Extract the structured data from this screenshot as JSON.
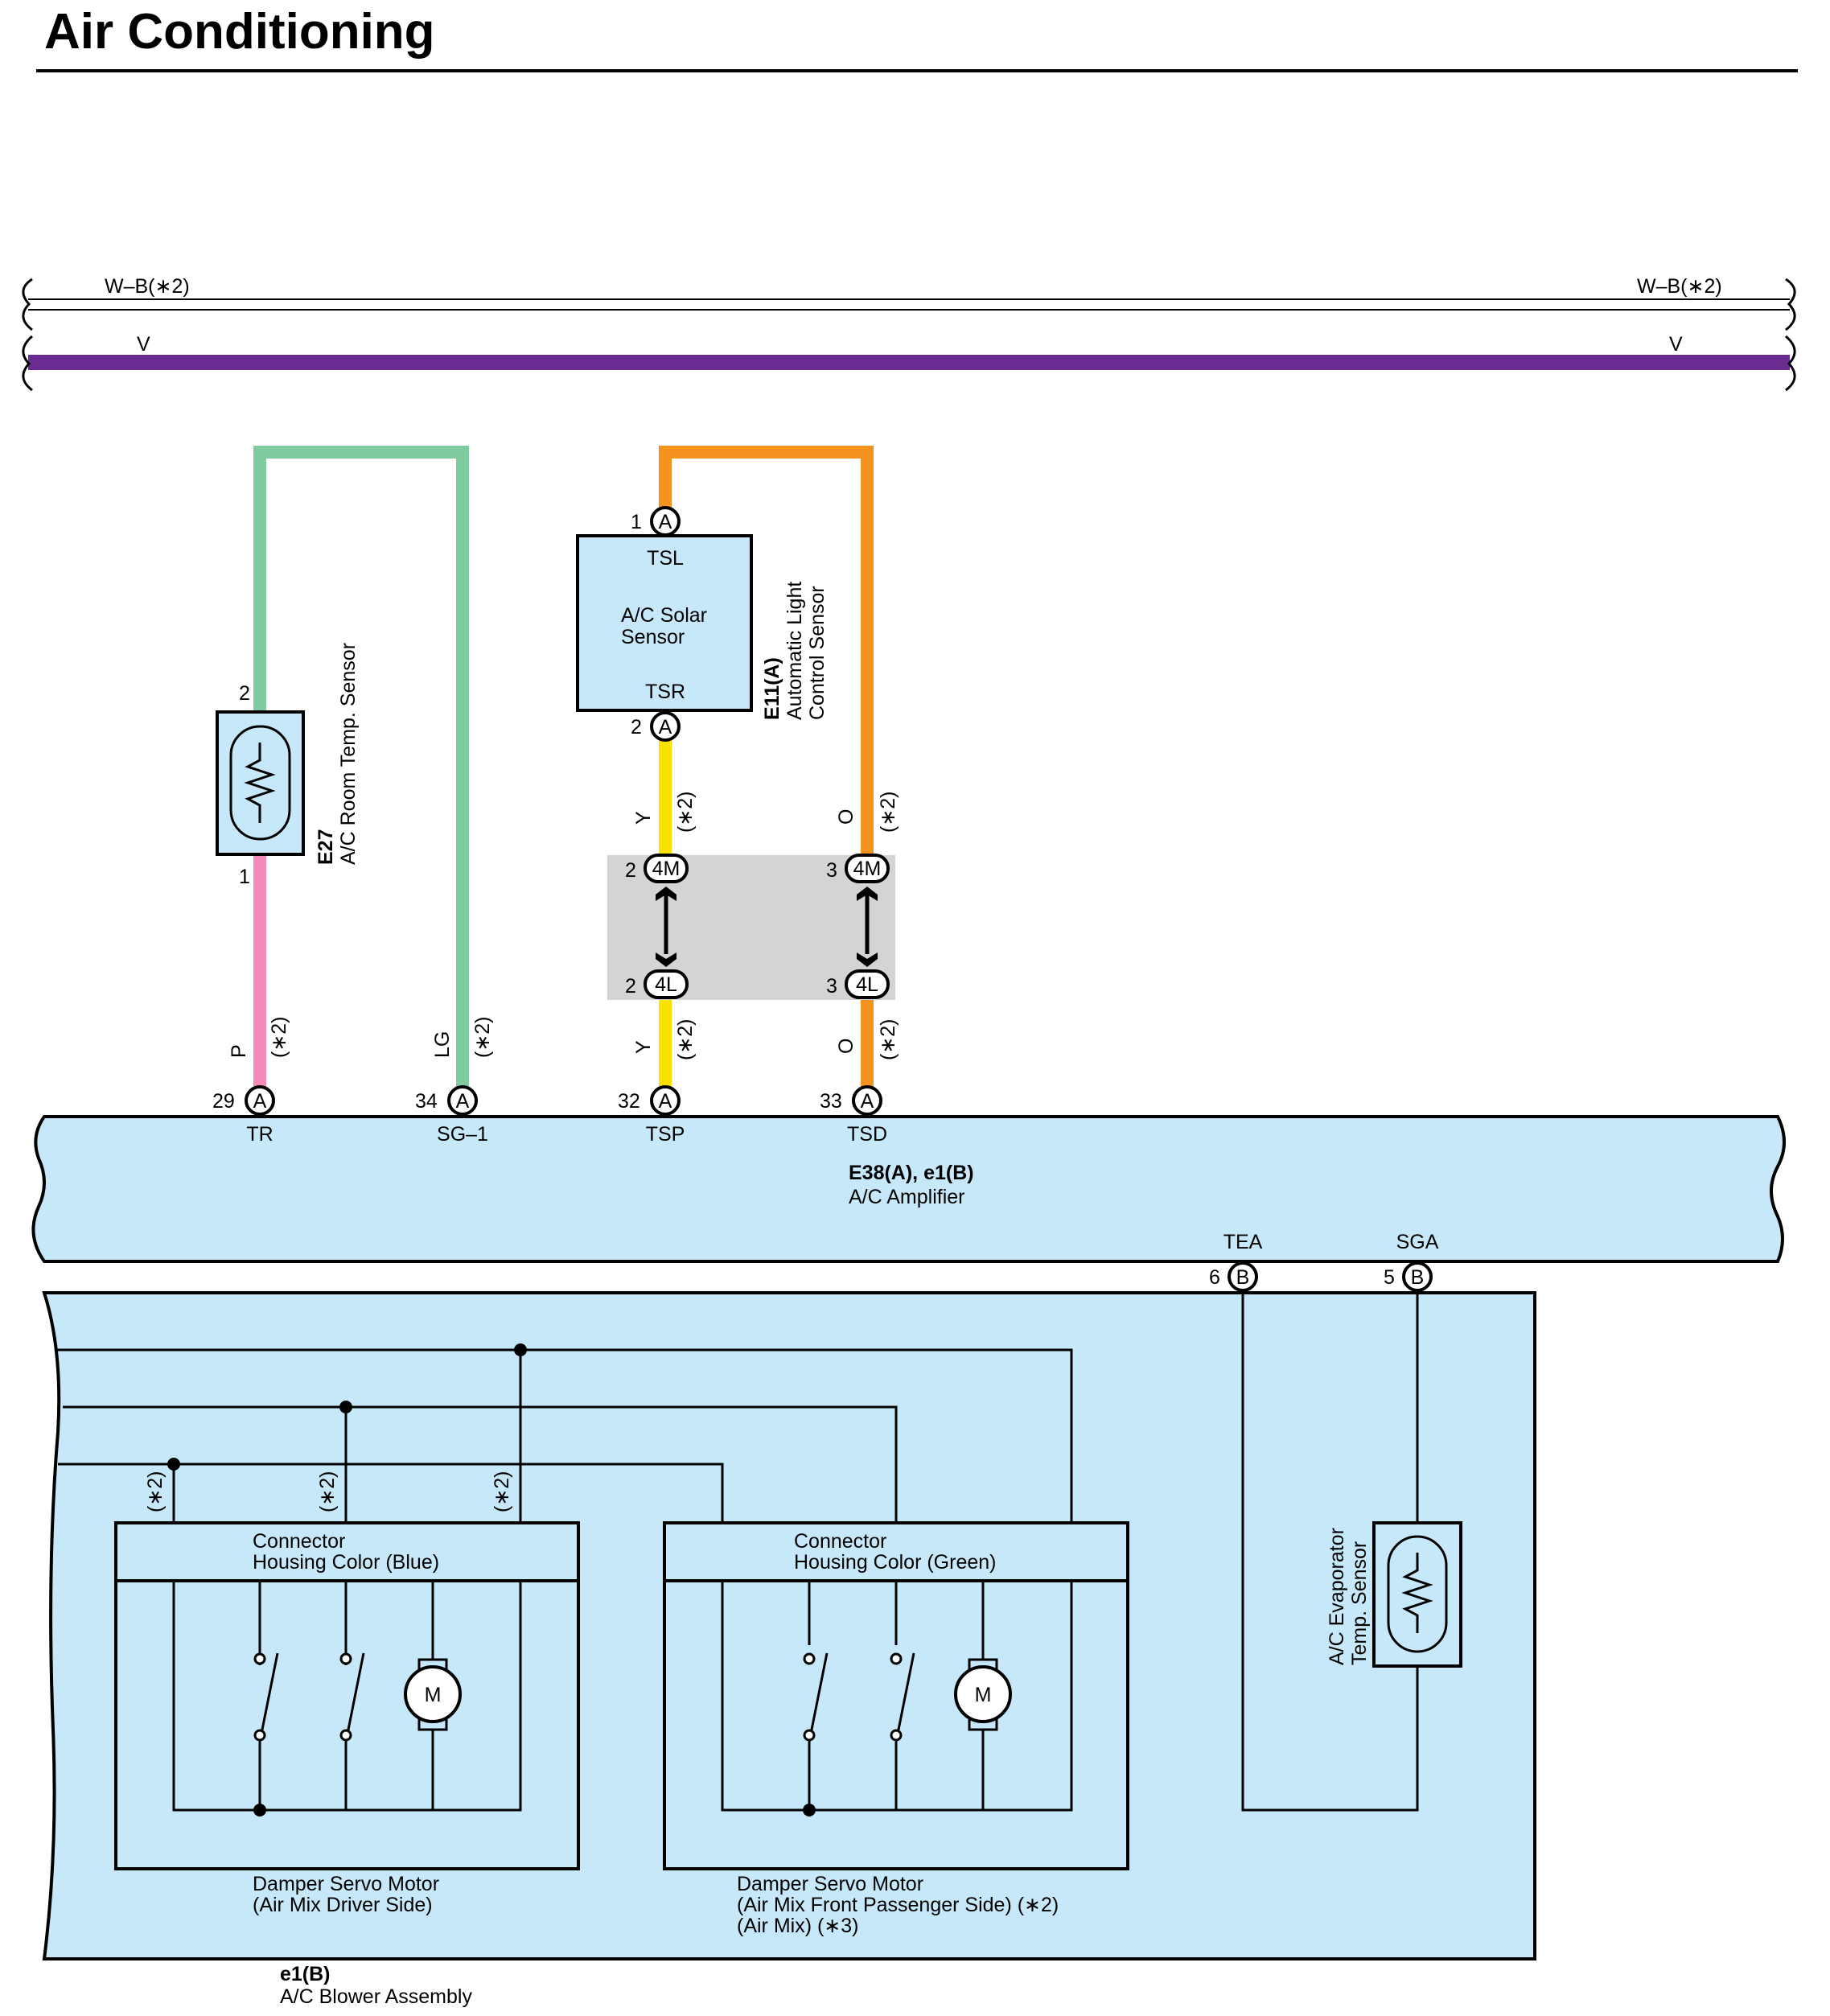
{
  "page": {
    "title": "Air Conditioning"
  },
  "bus": {
    "top_wire_label_left": "W–B(∗2)",
    "top_wire_label_right": "W–B(∗2)",
    "power_wire_label_left": "V",
    "power_wire_label_right": "V",
    "power_wire_color": "#6b2c91"
  },
  "colors": {
    "module_fill": "#c7e8f9",
    "gray_block": "#d4d4d6",
    "wire_green": "#7fcb9f",
    "wire_pink": "#f48ab8",
    "wire_yellow": "#fbe100",
    "wire_orange": "#f6921e"
  },
  "room_sensor": {
    "code": "E27",
    "name": "A/C Room Temp.  Sensor",
    "pin_top": "2",
    "pin_bottom": "1",
    "wire_p": "P",
    "wire_lg": "LG",
    "note": "(∗2)"
  },
  "solar_sensor": {
    "code": "E11(A)",
    "name_line1": "Automatic Light",
    "name_line2": "Control Sensor",
    "inner_line1": "A/C Solar",
    "inner_line2": "Sensor",
    "term_top": "TSL",
    "term_bottom": "TSR",
    "pin_top": "1",
    "pin_bottom": "2",
    "connector": "A",
    "wire_y": "Y",
    "wire_o": "O",
    "note": "(∗2)"
  },
  "junction": {
    "pin_left": "2",
    "pin_right": "3",
    "top_connector": "4M",
    "bottom_connector": "4L"
  },
  "amplifier": {
    "code": "E38(A), e1(B)",
    "name": "A/C Amplifier",
    "connector_a": "A",
    "connector_b": "B",
    "pins": [
      {
        "num": "29",
        "term": "TR"
      },
      {
        "num": "34",
        "term": "SG–1"
      },
      {
        "num": "32",
        "term": "TSP"
      },
      {
        "num": "33",
        "term": "TSD"
      }
    ],
    "pins_b": [
      {
        "num": "6",
        "term": "TEA"
      },
      {
        "num": "5",
        "term": "SGA"
      }
    ]
  },
  "blower": {
    "code": "e1(B)",
    "name": "A/C Blower Assembly",
    "note": "(∗2)",
    "motor_letter": "M",
    "evap_sensor_line1": "A/C Evaporator",
    "evap_sensor_line2": "Temp.  Sensor",
    "driver": {
      "housing_line1": "Connector",
      "housing_line2": "Housing Color (Blue)",
      "caption_line1": "Damper Servo Motor",
      "caption_line2": "(Air Mix Driver Side)"
    },
    "passenger": {
      "housing_line1": "Connector",
      "housing_line2": "Housing Color (Green)",
      "caption_line1": "Damper Servo Motor",
      "caption_line2": "(Air Mix Front Passenger Side) (∗2)",
      "caption_line3": "(Air Mix) (∗3)"
    }
  }
}
